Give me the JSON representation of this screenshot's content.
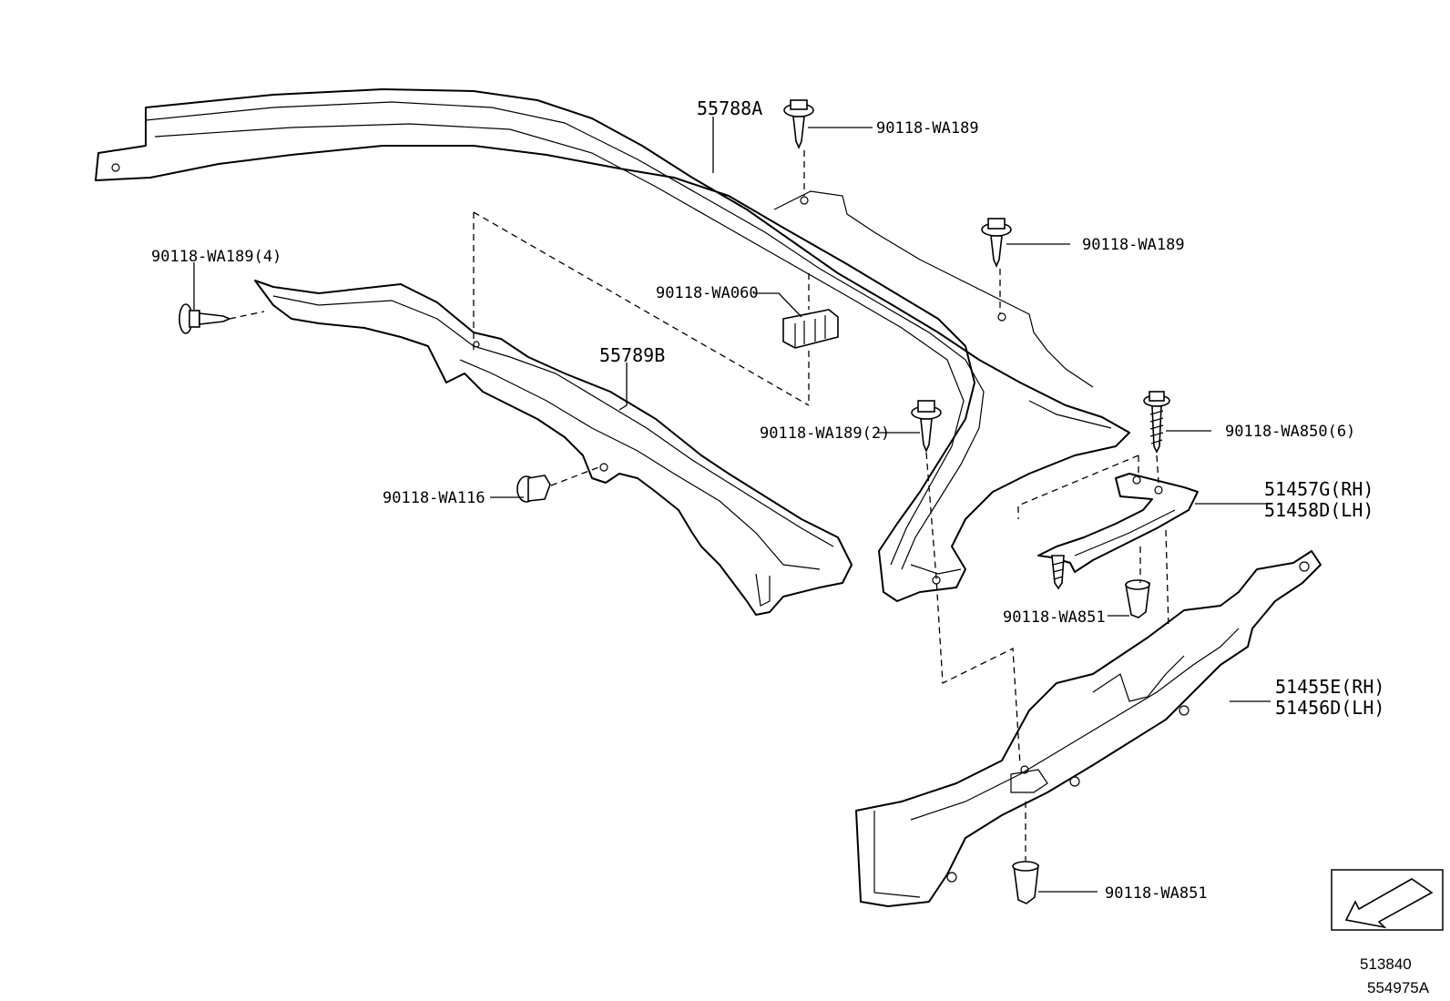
{
  "labels": {
    "l_55788a": "55788A",
    "l_wa189_top": "90118-WA189",
    "l_wa189_right": "90118-WA189",
    "l_wa189_4": "90118-WA189(4)",
    "l_wa060": "90118-WA060",
    "l_55789b": "55789B",
    "l_wa189_2": "90118-WA189(2)",
    "l_wa850_6": "90118-WA850(6)",
    "l_51457g": "51457G(RH)",
    "l_51458d": "51458D(LH)",
    "l_wa116": "90118-WA116",
    "l_wa851_mid": "90118-WA851",
    "l_51455e": "51455E(RH)",
    "l_51456d": "51456D(LH)",
    "l_wa851_bot": "90118-WA851"
  },
  "figure_numbers": {
    "fig_1": "513840",
    "fig_2": "554975A"
  },
  "icons": {
    "inset": "direction-arrow-icon"
  }
}
